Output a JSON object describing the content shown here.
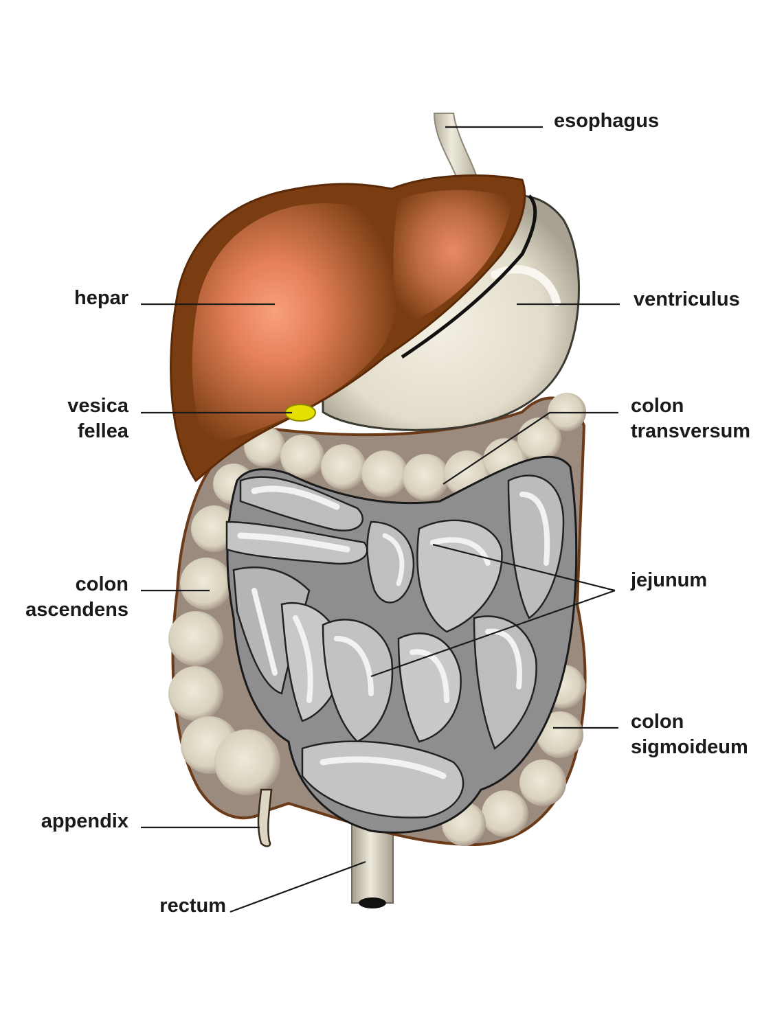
{
  "diagram": {
    "labels": {
      "esophagus": "esophagus",
      "hepar": "hepar",
      "ventriculus": "ventriculus",
      "vesica_line1": "vesica",
      "vesica_line2": "fellea",
      "transversum_line1": "colon",
      "transversum_line2": "transversum",
      "ascendens_line1": "colon",
      "ascendens_line2": "ascendens",
      "jejunum": "jejunum",
      "sigmoideum_line1": "colon",
      "sigmoideum_line2": "sigmoideum",
      "appendix": "appendix",
      "rectum": "rectum"
    },
    "colors": {
      "liver_dark": "#7a3d12",
      "liver_mid": "#a8572a",
      "liver_light": "#f79a78",
      "stomach": "#e6e0cf",
      "stomach_shadow": "#a9a292",
      "colon_fill": "#ddd6c2",
      "colon_outline": "#9b8a7e",
      "intestine_fill": "#b9b9bb",
      "intestine_highlight": "#ececec",
      "gallbladder": "#e5e000",
      "esophagus": "#e6e1d0"
    }
  }
}
